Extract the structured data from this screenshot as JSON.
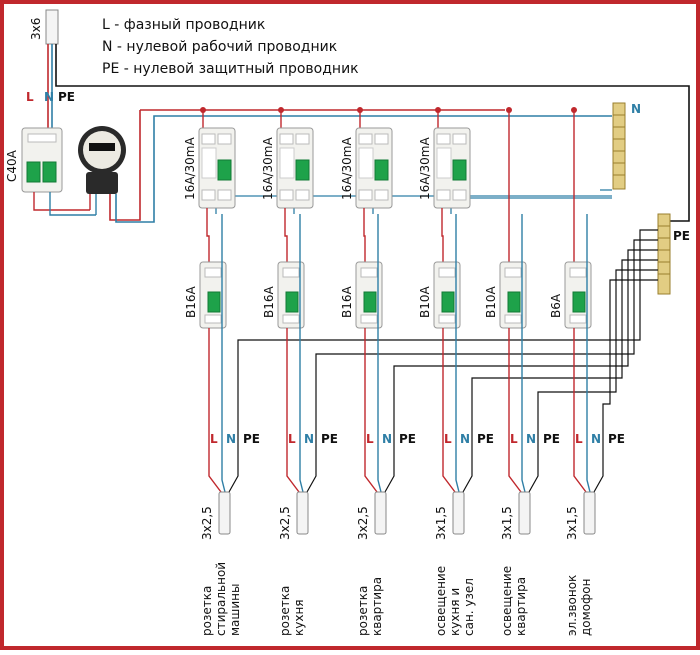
{
  "legend": {
    "l": "L - фазный проводник",
    "n": "N - нулевой рабочий проводник",
    "pe": "PE - нулевой защитный проводник"
  },
  "input_cable": "3x6",
  "input_labels": {
    "l": "L",
    "n": "N",
    "pe": "PE"
  },
  "main_breaker": "C40A",
  "bus_labels": {
    "n": "N",
    "pe": "PE"
  },
  "rcds": [
    "16A/30mA",
    "16A/30mA",
    "16A/30mA",
    "16A/30mA"
  ],
  "circuits": [
    {
      "breaker": "B16A",
      "cable": "3x2,5",
      "name": [
        "розетка",
        "стиральной",
        "машины"
      ],
      "l": "L",
      "n": "N",
      "pe": "PE"
    },
    {
      "breaker": "B16A",
      "cable": "3x2,5",
      "name": [
        "розетка",
        "кухня"
      ],
      "l": "L",
      "n": "N",
      "pe": "PE"
    },
    {
      "breaker": "B16A",
      "cable": "3x2,5",
      "name": [
        "розетка",
        "квартира"
      ],
      "l": "L",
      "n": "N",
      "pe": "PE"
    },
    {
      "breaker": "B10A",
      "cable": "3x1,5",
      "name": [
        "освещение",
        "кухня и",
        "сан. узел"
      ],
      "l": "L",
      "n": "N",
      "pe": "PE"
    },
    {
      "breaker": "B10A",
      "cable": "3x1,5",
      "name": [
        "освещение",
        "квартира"
      ],
      "l": "L",
      "n": "N",
      "pe": "PE"
    },
    {
      "breaker": "B6A",
      "cable": "3x1,5",
      "name": [
        "эл.звонок",
        "домофон"
      ],
      "l": "L",
      "n": "N",
      "pe": "PE"
    }
  ],
  "colors": {
    "phase": "#c0282d",
    "neutral": "#2f7fa6",
    "earth": "#111111",
    "frame": "#c0282d",
    "device_body": "#f2f2ee",
    "toggle": "#1ea24a"
  }
}
